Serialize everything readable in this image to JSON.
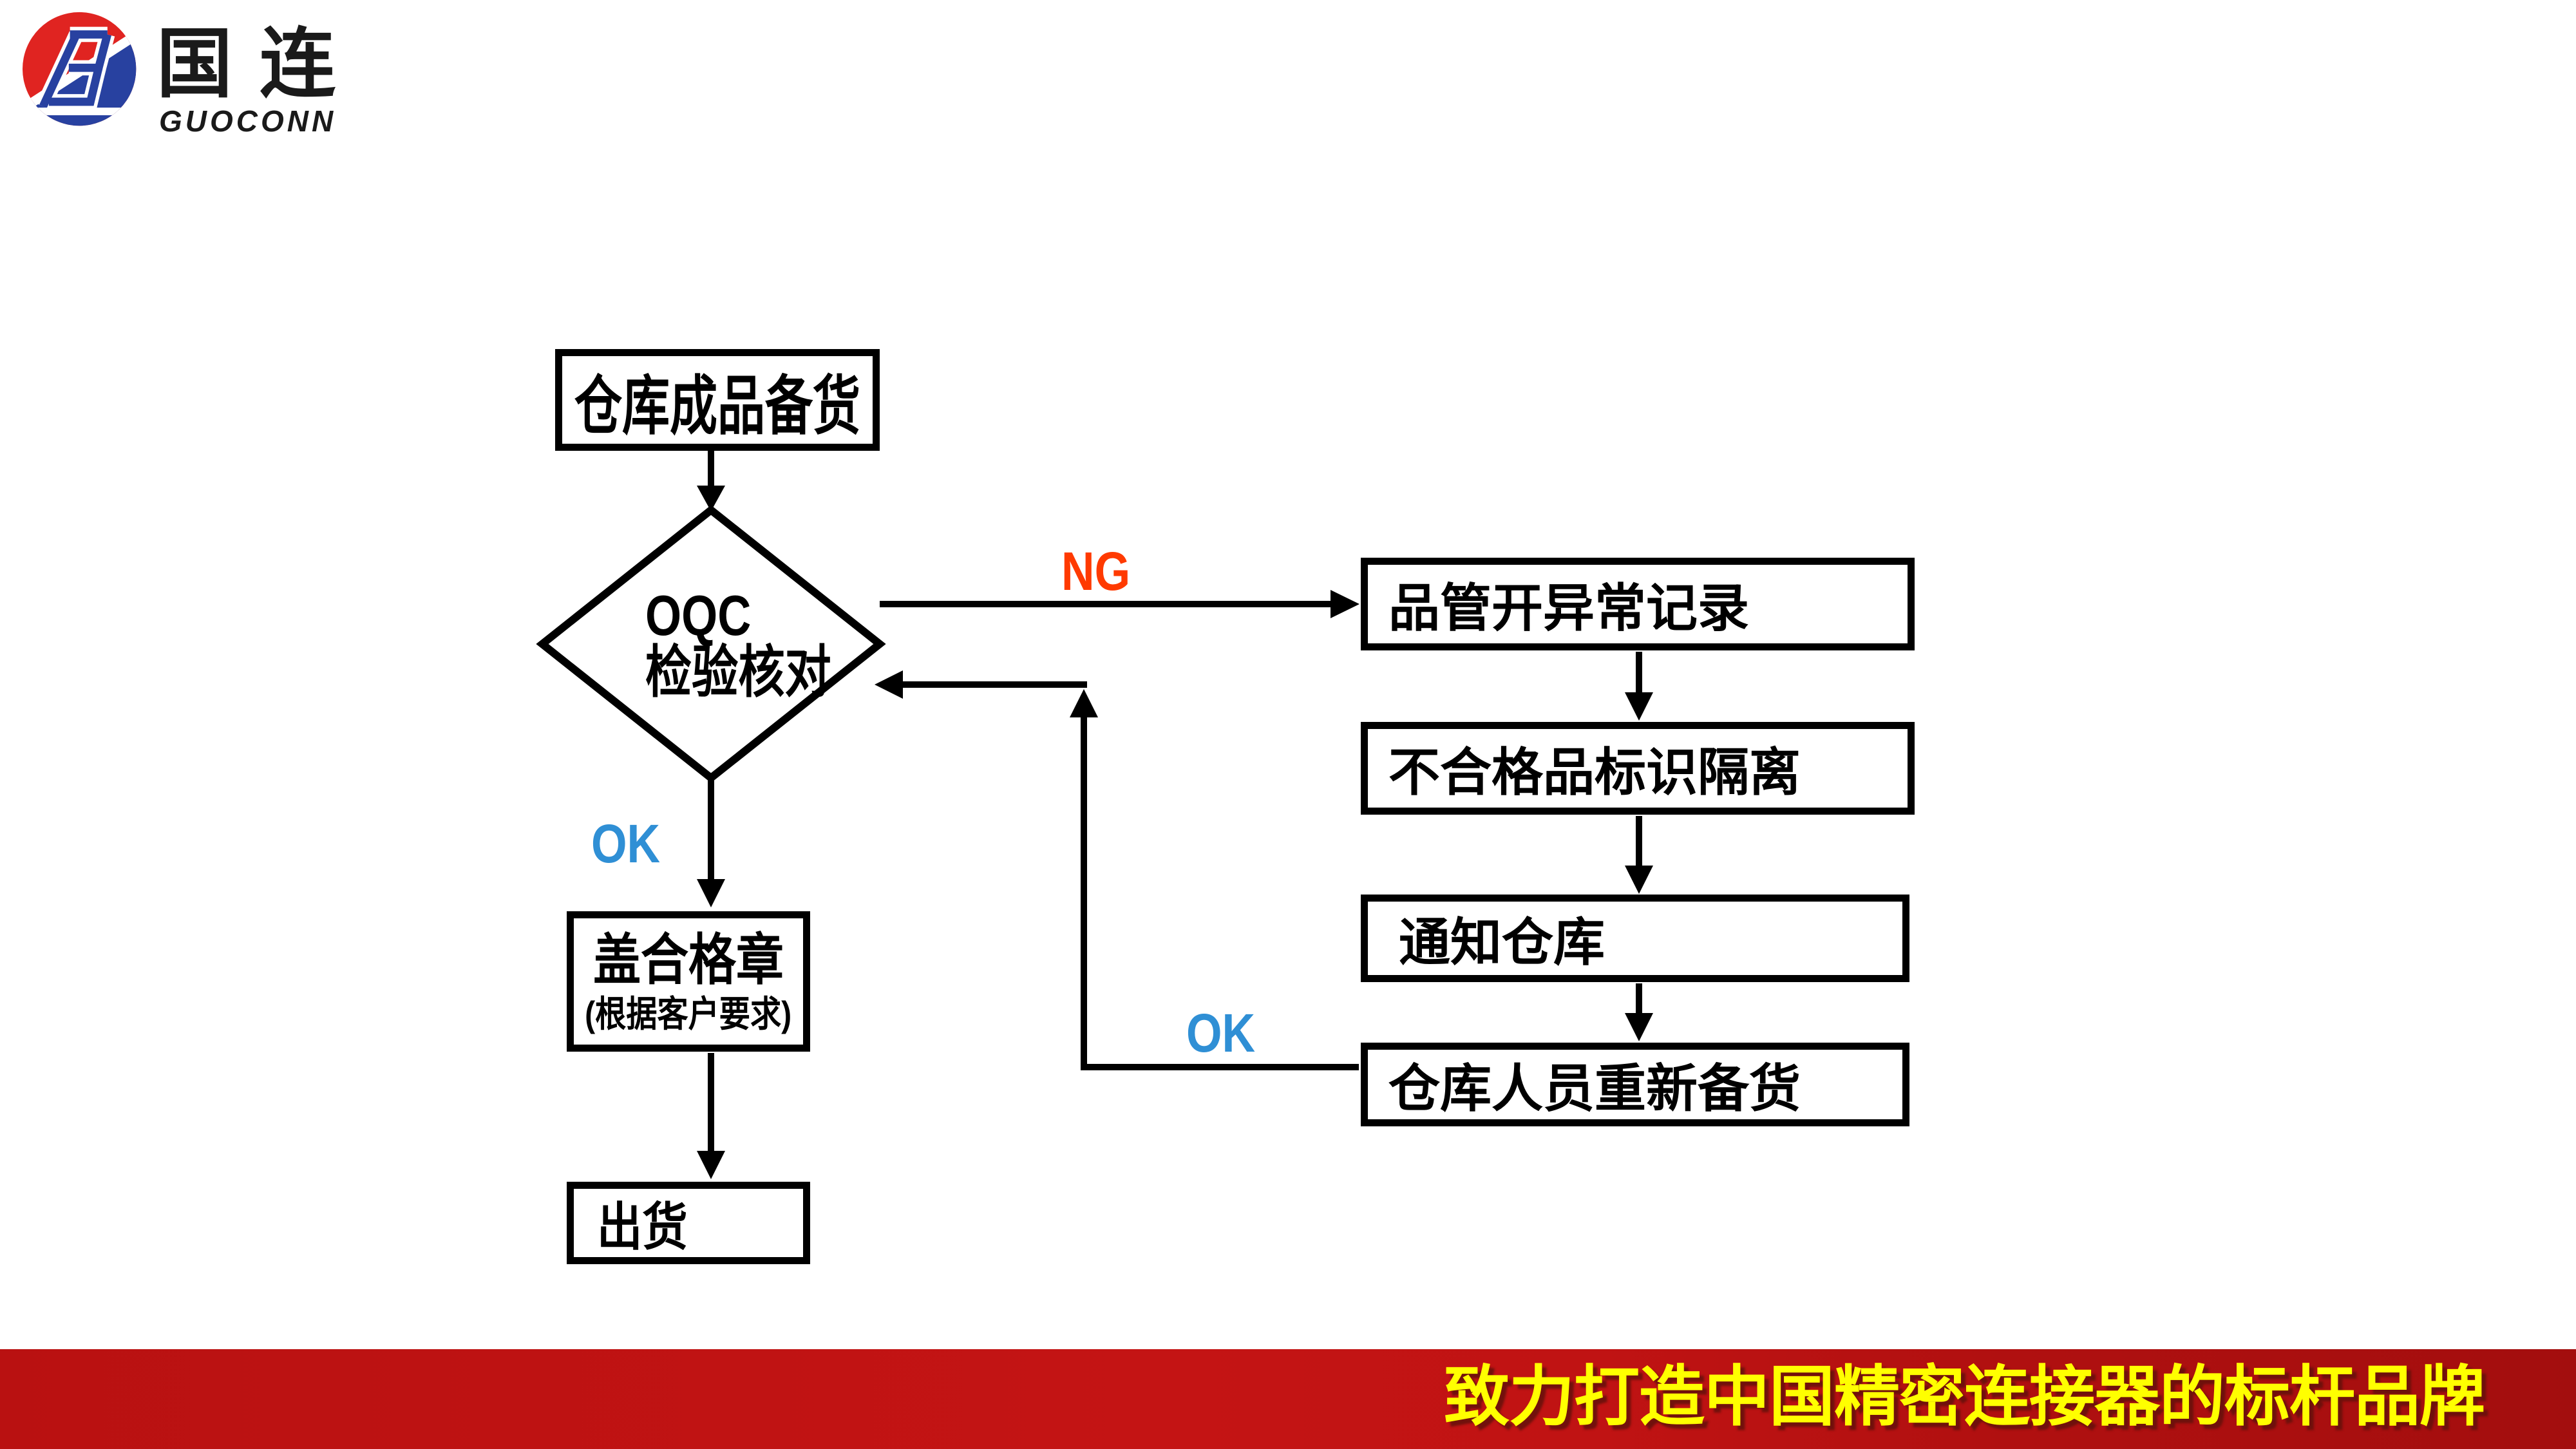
{
  "logo": {
    "cjk": "国连",
    "latin": "GUOCONN",
    "mark_colors": {
      "red": "#E02421",
      "blue": "#2841A0",
      "white": "#FFFFFF"
    }
  },
  "flow": {
    "start": "仓库成品备货",
    "decision": {
      "line1": "OQC",
      "line2": "检验核对"
    },
    "ng": "NG",
    "ok_down": "OK",
    "ok_return": "OK",
    "stamp": {
      "line1": "盖合格章",
      "line2": "(根据客户要求)"
    },
    "ship": "出货",
    "right": [
      "品管开异常记录",
      "不合格品标识隔离",
      "通知仓库",
      "仓库人员重新备货"
    ],
    "colors": {
      "ng_label": "#FF3A00",
      "ok_label": "#2F8FD5",
      "line": "#000000",
      "box_border": "#000000"
    }
  },
  "footer": {
    "slogan": "致力打造中国精密连接器的标杆品牌",
    "text_color": "#FFFF00",
    "background": "#C01313"
  }
}
